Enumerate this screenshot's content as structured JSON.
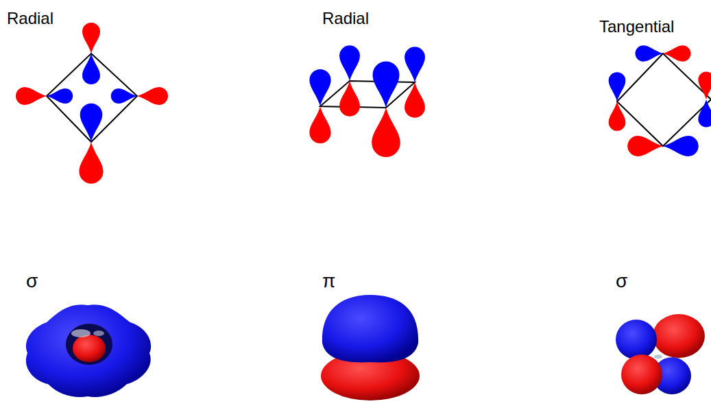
{
  "diagram": {
    "labels": [
      "Radial",
      "Radial",
      "Tangential",
      "σ",
      "π",
      "σ"
    ]
  }
}
